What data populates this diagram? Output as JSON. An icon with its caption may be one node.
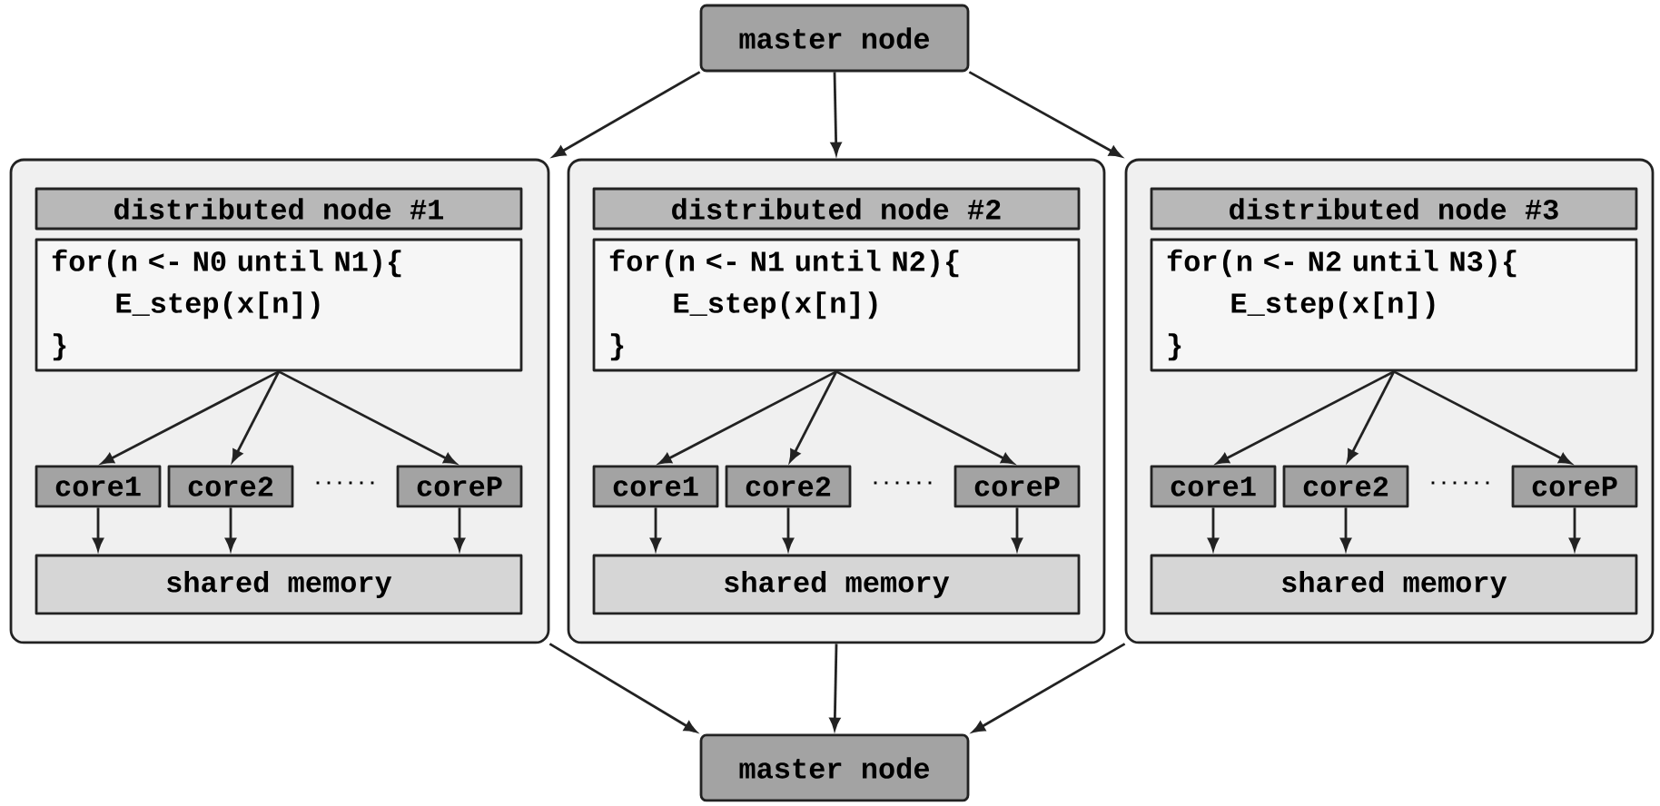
{
  "diagram": {
    "nodes": [
      {
        "text": [
          "master node"
        ]
      },
      {
        "text": [],
        "shape": "box"
      },
      {
        "text": [
          "distributed node #1"
        ],
        "in": 1
      },
      {
        "text": [
          "for(n <- N0 until N1){",
          "E_step(x[n])",
          "}"
        ],
        "in": 1
      },
      {
        "text": [
          "core1"
        ],
        "in": 1
      },
      {
        "text": [
          "core2"
        ],
        "in": 1
      },
      {
        "text": [
          "coreP"
        ],
        "in": 1
      },
      {
        "text": [
          "shared memory"
        ],
        "in": 1
      },
      {
        "text": [],
        "shape": "box"
      },
      {
        "text": [
          "distributed node #2"
        ],
        "in": 8
      },
      {
        "text": [
          "for(n <- N1 until N2){",
          "E_step(x[n])",
          "}"
        ],
        "in": 8
      },
      {
        "text": [
          "core1"
        ],
        "in": 8
      },
      {
        "text": [
          "core2"
        ],
        "in": 8
      },
      {
        "text": [
          "coreP"
        ],
        "in": 8
      },
      {
        "text": [
          "shared memory"
        ],
        "in": 8
      },
      {
        "text": [],
        "shape": "box"
      },
      {
        "text": [
          "distributed node #3"
        ],
        "in": 15
      },
      {
        "text": [
          "for(n <- N2 until N3){",
          "E_step(x[n])",
          "}"
        ],
        "in": 15
      },
      {
        "text": [
          "core1"
        ],
        "in": 15
      },
      {
        "text": [
          "core2"
        ],
        "in": 15
      },
      {
        "text": [
          "coreP"
        ],
        "in": 15
      },
      {
        "text": [
          "shared memory"
        ],
        "in": 15
      },
      {
        "text": [
          "master node"
        ]
      }
    ],
    "edges": [
      {
        "from": 0,
        "to": 1,
        "arrow": "to"
      },
      {
        "from": 0,
        "to": 8,
        "arrow": "to"
      },
      {
        "from": 0,
        "to": 15,
        "arrow": "to"
      },
      {
        "from": 3,
        "to": 4,
        "arrow": "to"
      },
      {
        "from": 3,
        "to": 5,
        "arrow": "to"
      },
      {
        "from": 3,
        "to": 6,
        "arrow": "to"
      },
      {
        "from": 4,
        "to": 7,
        "arrow": "to"
      },
      {
        "from": 5,
        "to": 7,
        "arrow": "to"
      },
      {
        "from": 6,
        "to": 7,
        "arrow": "to"
      },
      {
        "from": 10,
        "to": 11,
        "arrow": "to"
      },
      {
        "from": 10,
        "to": 12,
        "arrow": "to"
      },
      {
        "from": 10,
        "to": 13,
        "arrow": "to"
      },
      {
        "from": 11,
        "to": 14,
        "arrow": "to"
      },
      {
        "from": 12,
        "to": 14,
        "arrow": "to"
      },
      {
        "from": 13,
        "to": 14,
        "arrow": "to"
      },
      {
        "from": 17,
        "to": 18,
        "arrow": "to"
      },
      {
        "from": 17,
        "to": 19,
        "arrow": "to"
      },
      {
        "from": 17,
        "to": 20,
        "arrow": "to"
      },
      {
        "from": 18,
        "to": 21,
        "arrow": "to"
      },
      {
        "from": 19,
        "to": 21,
        "arrow": "to"
      },
      {
        "from": 20,
        "to": 21,
        "arrow": "to"
      },
      {
        "from": 1,
        "to": 22,
        "arrow": "to"
      },
      {
        "from": 8,
        "to": 22,
        "arrow": "to"
      },
      {
        "from": 15,
        "to": 22,
        "arrow": "to"
      }
    ],
    "labels": [
      "......",
      "......",
      "......"
    ]
  }
}
